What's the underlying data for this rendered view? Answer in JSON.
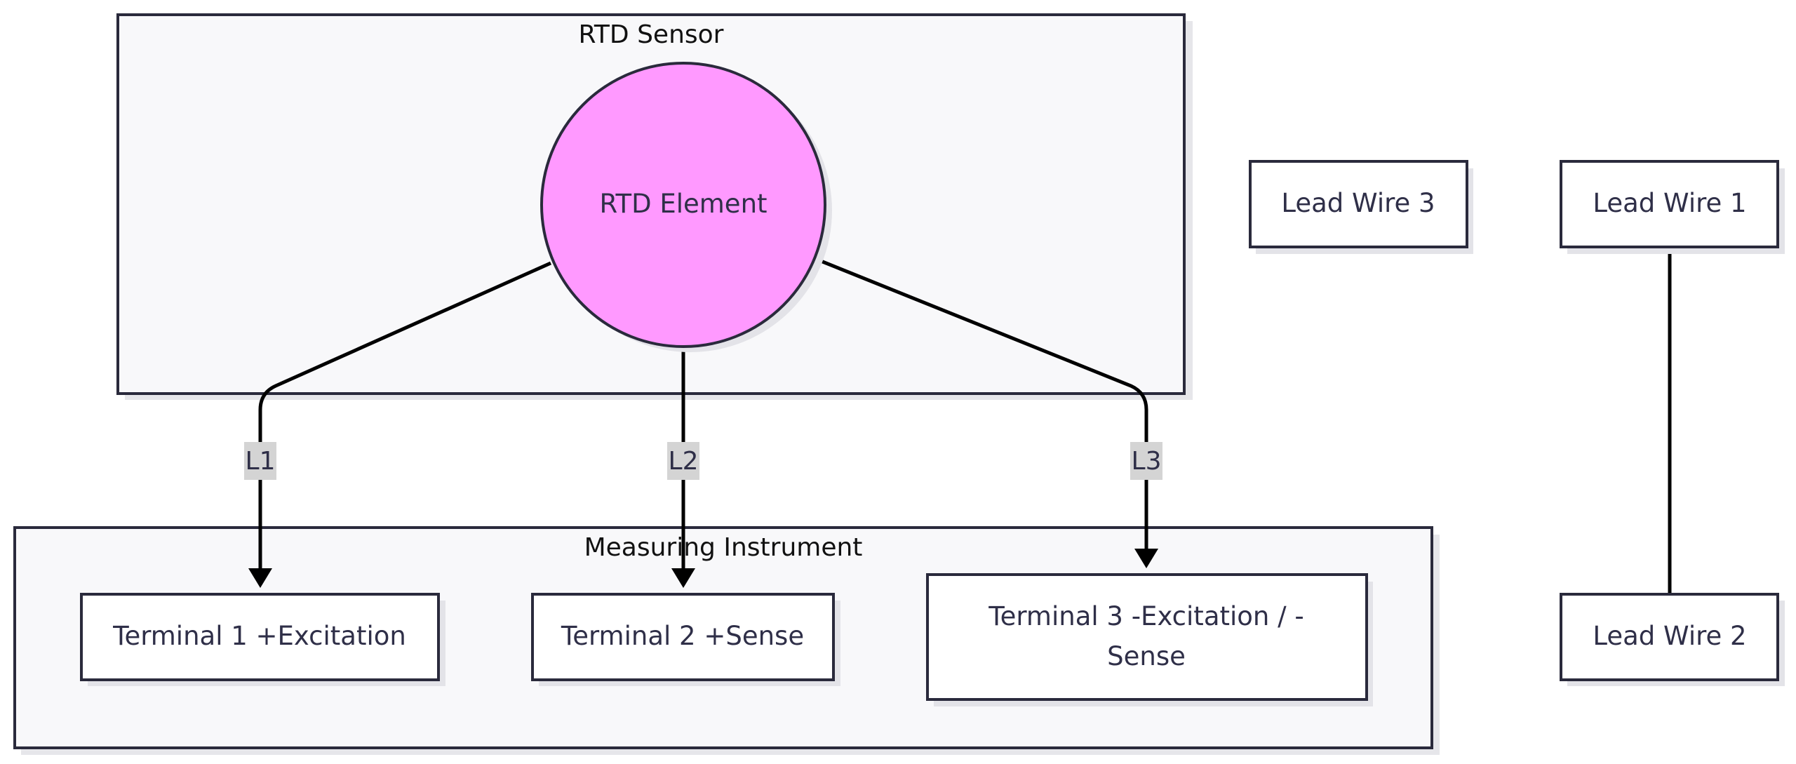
{
  "clusters": {
    "sensor": {
      "title": "RTD Sensor"
    },
    "instrument": {
      "title": "Measuring Instrument"
    }
  },
  "nodes": {
    "rtd_element": "RTD Element",
    "terminal1": "Terminal 1 +Excitation",
    "terminal2": "Terminal 2 +Sense",
    "terminal3_line1": "Terminal 3 -Excitation / -",
    "terminal3_line2": "Sense",
    "lead_wire_1": "Lead Wire 1",
    "lead_wire_2": "Lead Wire 2",
    "lead_wire_3": "Lead Wire 3"
  },
  "edges": {
    "l1": "L1",
    "l2": "L2",
    "l3": "L3"
  },
  "colors": {
    "rtd_element_fill": "#ff99ff",
    "cluster_fill": "#f8f8fa",
    "edge_label_bg": "#d4d4d4"
  }
}
